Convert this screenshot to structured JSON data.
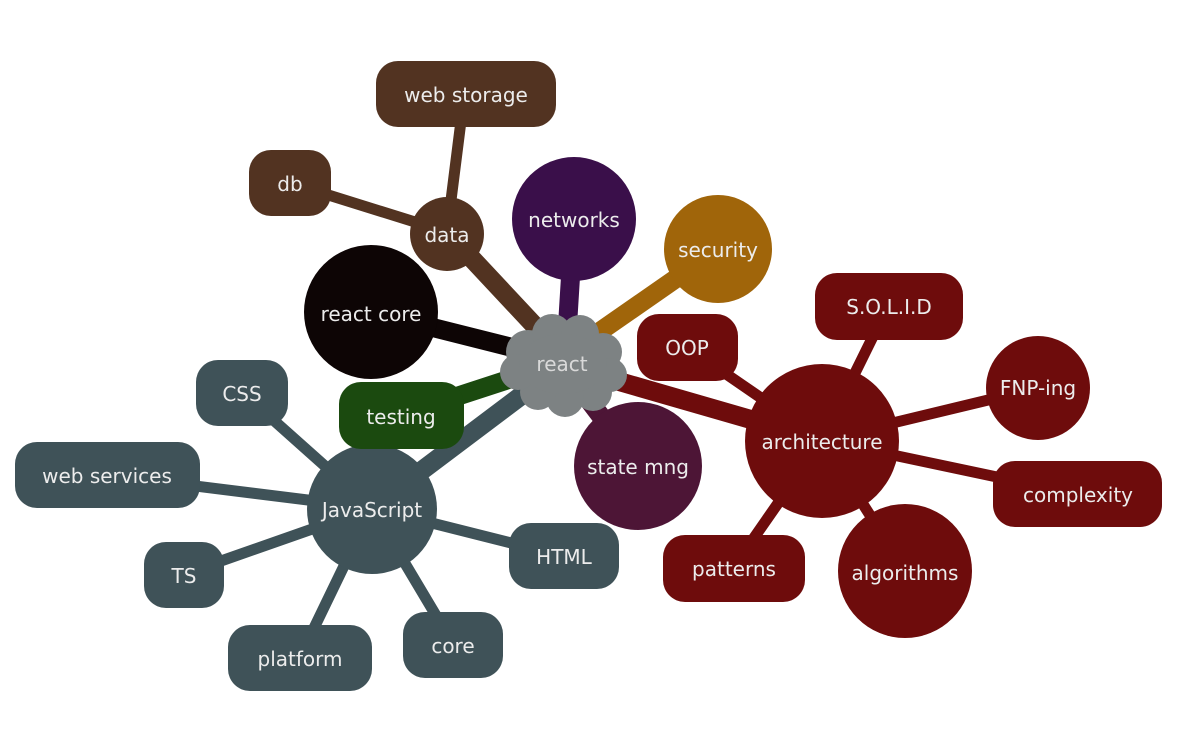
{
  "colors": {
    "center": "#7d8283",
    "data": "#523321",
    "networks": "#3a0f4a",
    "security": "#a0650a",
    "architecture": "#6e0c0c",
    "react_core": "#0d0505",
    "testing": "#1b4a0f",
    "javascript": "#3f5258",
    "state": "#4d1536",
    "label": "#ececec"
  },
  "root": {
    "label": "react"
  },
  "branches": {
    "data": {
      "label": "data",
      "children": {
        "web_storage": "web storage",
        "db": "db"
      }
    },
    "networks": {
      "label": "networks"
    },
    "security": {
      "label": "security"
    },
    "react_core": {
      "label": "react core"
    },
    "testing": {
      "label": "testing"
    },
    "state_mng": {
      "label": "state mng"
    },
    "javascript": {
      "label": "JavaScript",
      "children": {
        "css": "CSS",
        "web_services": "web services",
        "ts": "TS",
        "platform": "platform",
        "core": "core",
        "html": "HTML"
      }
    },
    "architecture": {
      "label": "architecture",
      "children": {
        "oop": "OOP",
        "solid": "S.O.L.I.D",
        "fnp": "FNP-ing",
        "complexity": "complexity",
        "algorithms": "algorithms",
        "patterns": "patterns"
      }
    }
  }
}
